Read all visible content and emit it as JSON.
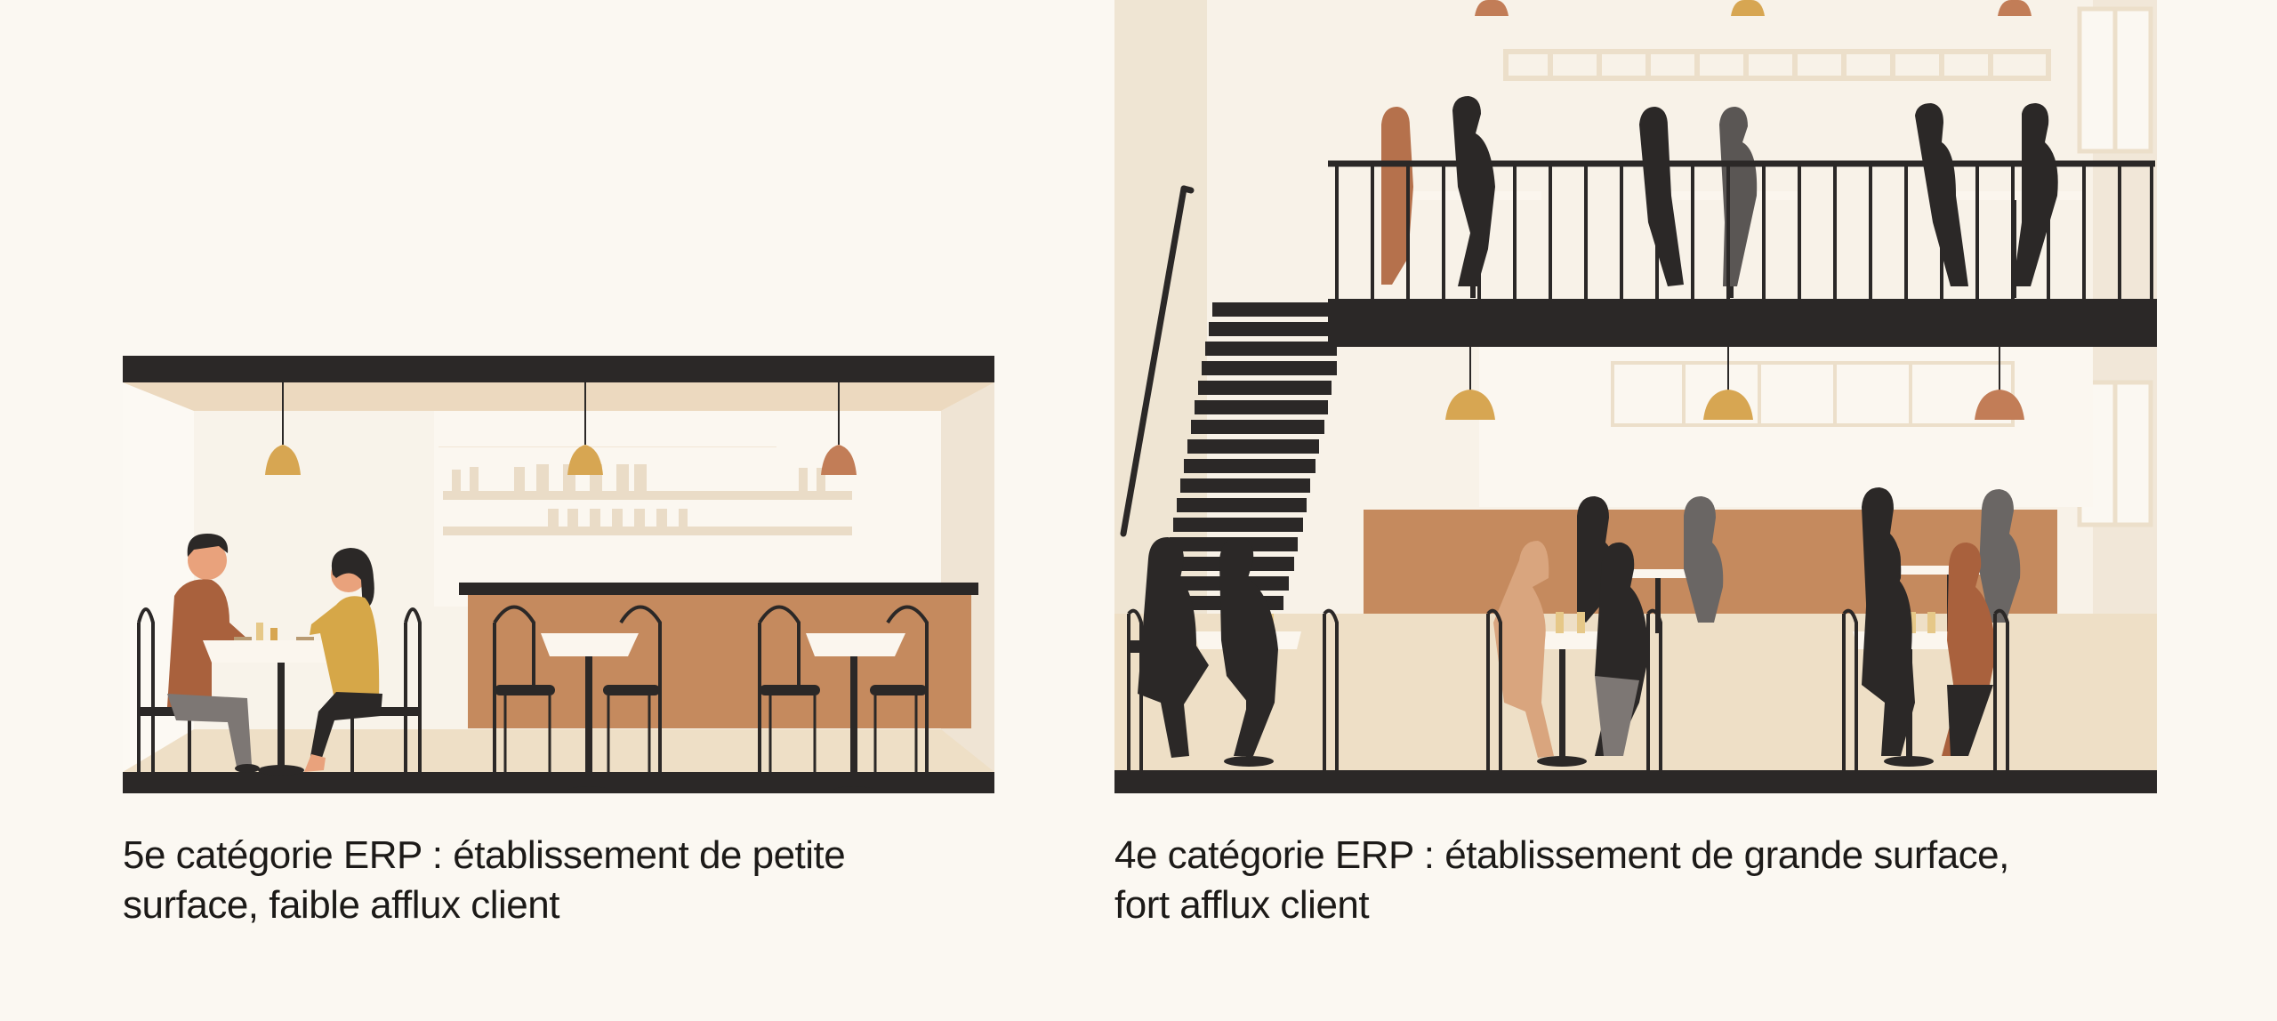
{
  "colors": {
    "background": "#fbf8f2",
    "dark": "#2b2827",
    "ceiling": "#ecd9bf",
    "wall": "#f7f1e7",
    "floor": "#eedfc6",
    "counter": "#c58a5e",
    "lamp_mustard": "#d7a652",
    "lamp_terracotta": "#c27d57",
    "table_top": "#fbf6ee"
  },
  "panels": [
    {
      "id": "small-establishment",
      "scene": "small café: 2 diners at one table, bar counter with two empty table sets, 3 pendant lamps, shelves",
      "caption_line1": "5e catégorie ERP : établissement de petite",
      "caption_line2": "surface, faible afflux client"
    },
    {
      "id": "large-establishment",
      "scene": "large two-level café with mezzanine and staircase, many diners at 6 tables, pendant lamps, windows",
      "caption_line1": "4e catégorie ERP : établissement de grande surface,",
      "caption_line2": "fort afflux client"
    }
  ]
}
